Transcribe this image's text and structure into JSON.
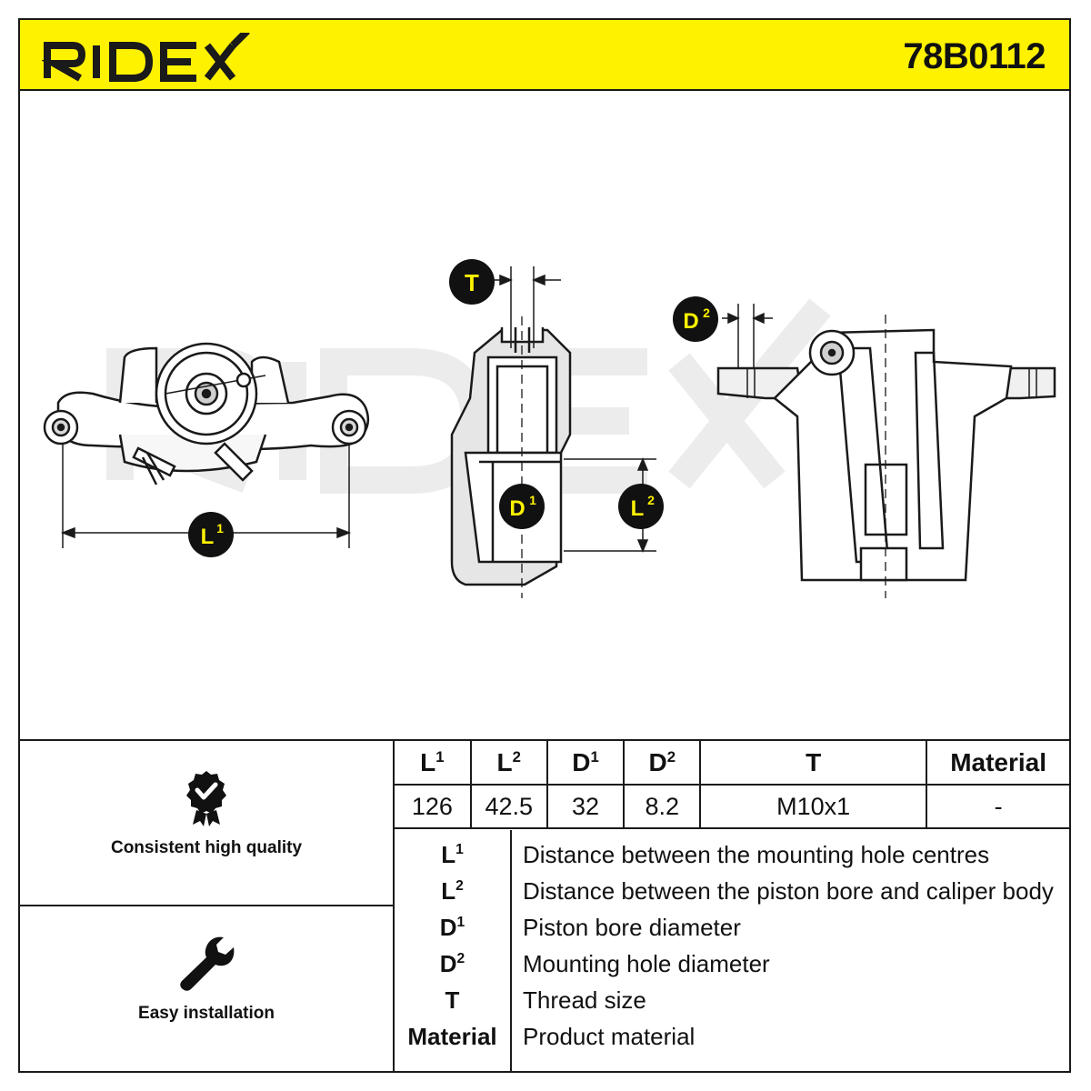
{
  "header": {
    "brand": "RIDEX",
    "part_number": "78B0112"
  },
  "drawing": {
    "callouts": {
      "t": "T",
      "d2_base": "D",
      "d2_sup": "2",
      "d1_base": "D",
      "d1_sup": "1",
      "l2_base": "L",
      "l2_sup": "2",
      "l1_base": "L",
      "l1_sup": "1"
    }
  },
  "features": [
    {
      "label": "Consistent high quality",
      "icon": "quality-badge-icon"
    },
    {
      "label": "Easy installation",
      "icon": "wrench-icon"
    }
  ],
  "spec_table": {
    "headers": [
      {
        "base": "L",
        "sup": "1"
      },
      {
        "base": "L",
        "sup": "2"
      },
      {
        "base": "D",
        "sup": "1"
      },
      {
        "base": "D",
        "sup": "2"
      },
      {
        "base": "T",
        "sup": ""
      },
      {
        "base": "Material",
        "sup": ""
      }
    ],
    "values": [
      "126",
      "42.5",
      "32",
      "8.2",
      "M10x1",
      "-"
    ]
  },
  "legend": [
    {
      "key": "L",
      "sup": "1",
      "description": "Distance between the mounting hole centres"
    },
    {
      "key": "L",
      "sup": "2",
      "description": "Distance between the piston bore and caliper body"
    },
    {
      "key": "D",
      "sup": "1",
      "description": "Piston bore diameter"
    },
    {
      "key": "D",
      "sup": "2",
      "description": "Mounting hole diameter"
    },
    {
      "key": "T",
      "sup": "",
      "description": "Thread size"
    },
    {
      "key": "Material",
      "sup": "",
      "description": "Product material"
    }
  ],
  "colors": {
    "brand_yellow": "#fff200",
    "ink": "#1a1a1a",
    "watermark": "#ededed"
  }
}
